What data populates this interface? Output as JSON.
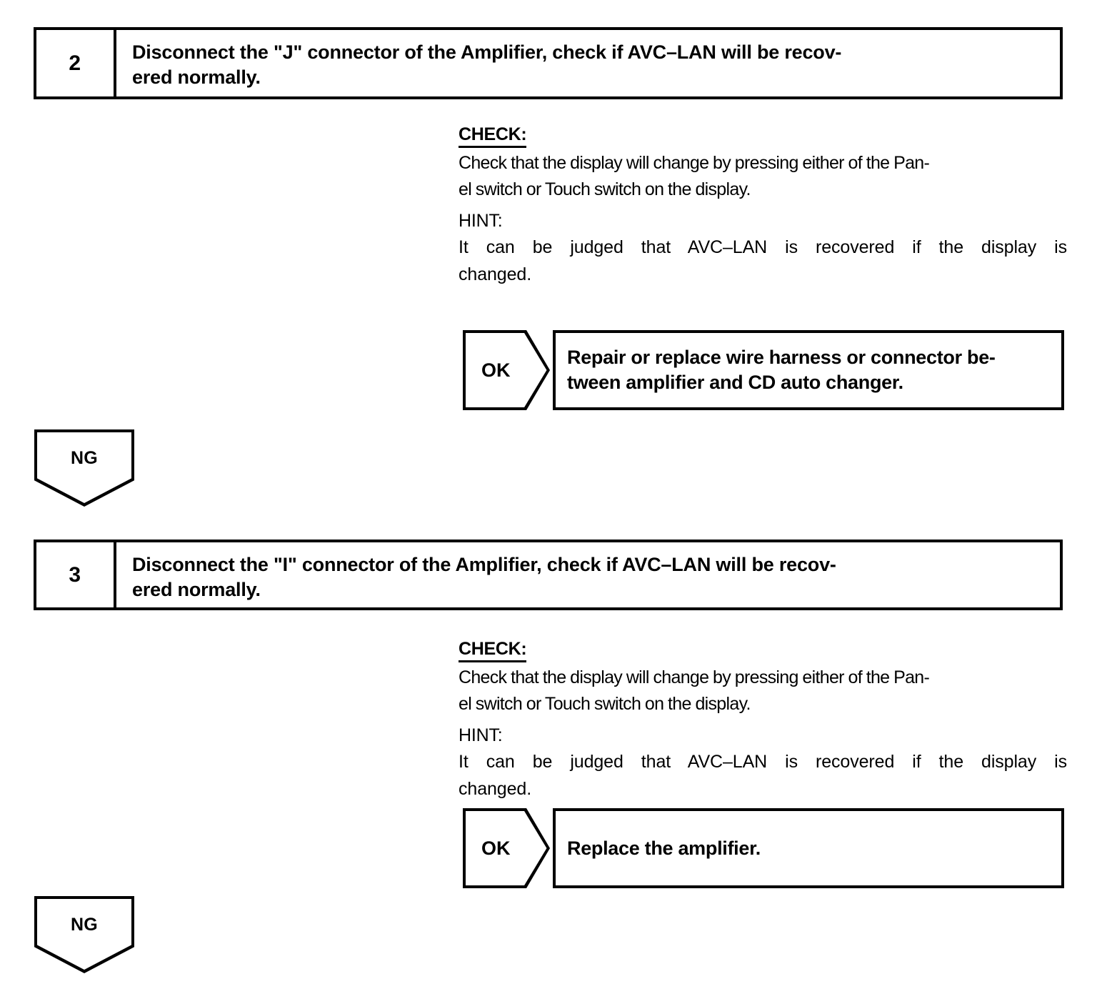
{
  "document": {
    "type": "troubleshooting-flowchart",
    "title": "AVC-LAN Amplifier Diagnostic Steps"
  },
  "steps": [
    {
      "number": "2",
      "instruction": "Disconnect the \"J\" connector of the Amplifier, check if AVC–LAN will be recov-ered normally.",
      "instruction_line1": "Disconnect the \"J\" connector of the Amplifier, check if AVC–LAN will be recov-",
      "instruction_line2": "ered normally.",
      "check": {
        "label": "CHECK:",
        "body_line1": "Check that the display will change by pressing either of the Pan-",
        "body_line2": "el switch or Touch switch on the display."
      },
      "hint": {
        "label": "HINT:",
        "body_line1": "It can be judged that AVC–LAN is recovered if the display is",
        "body_line2": "changed."
      },
      "ok": {
        "label": "OK",
        "result_line1": "Repair or replace wire harness or connector be-",
        "result_line2": "tween amplifier and CD auto changer."
      },
      "ng": {
        "label": "NG"
      }
    },
    {
      "number": "3",
      "instruction": "Disconnect the \"I\" connector of the Amplifier, check if AVC–LAN will be recov-ered normally.",
      "instruction_line1": "Disconnect the \"I\" connector of the Amplifier, check if AVC–LAN will be recov-",
      "instruction_line2": "ered normally.",
      "check": {
        "label": "CHECK:",
        "body_line1": "Check that the display will change by pressing either of the Pan-",
        "body_line2": "el switch or Touch switch on the display."
      },
      "hint": {
        "label": "HINT:",
        "body_line1": "It can be judged that AVC–LAN is recovered if the display is",
        "body_line2": "changed."
      },
      "ok": {
        "label": "OK",
        "result_line1": "Replace the amplifier.",
        "result_line2": ""
      },
      "ng": {
        "label": "NG"
      }
    }
  ],
  "colors": {
    "ink": "#000000",
    "paper": "#ffffff"
  }
}
